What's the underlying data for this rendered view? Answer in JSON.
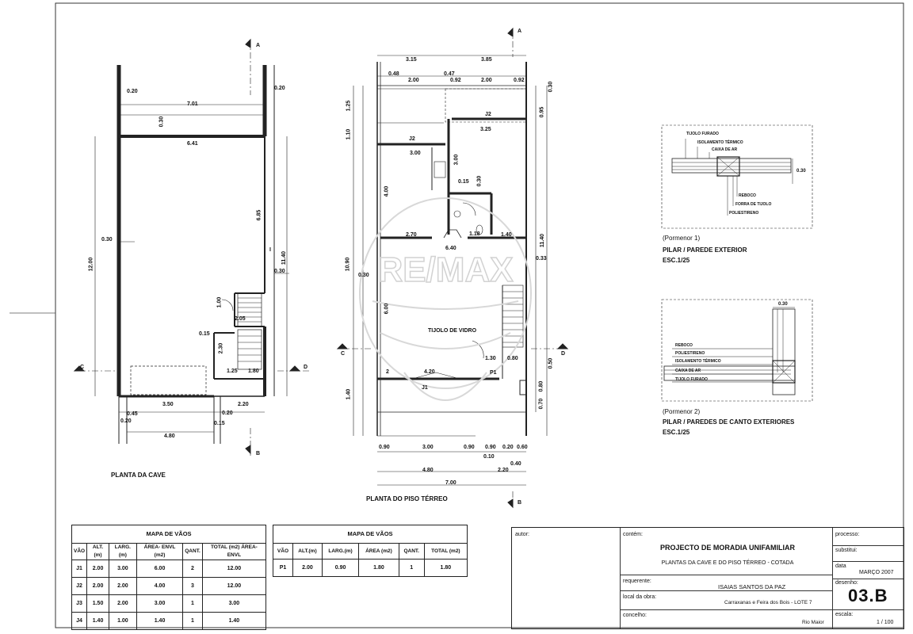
{
  "plans": {
    "cave": {
      "caption": "PLANTA DA CAVE",
      "section_a": "A",
      "section_b": "B",
      "section_c": "C",
      "section_d": "D",
      "dims": {
        "d020_left": "0.20",
        "d020_right": "0.20",
        "d701": "7.01",
        "d030_top": "0.30",
        "d641": "6.41",
        "d1200": "12.00",
        "d030_left": "0.30",
        "d685": "6.85",
        "d1140": "11.40",
        "d030_right": "0.30",
        "d100": "1.00",
        "d205": "2.05",
        "d015": "0.15",
        "d230": "2.30",
        "d125": "1.25",
        "d180": "1.80",
        "d350": "3.50",
        "d220": "2.20",
        "d045": "0.45",
        "d020_a": "0.20",
        "d020_b": "0.20",
        "d015_b": "0.15",
        "d480": "4.80",
        "marker_i": "I"
      }
    },
    "piso": {
      "caption": "PLANTA DO PISO TÉRREO",
      "section_a": "A",
      "section_b": "B",
      "section_c": "C",
      "section_d": "D",
      "dims": {
        "d315": "3.15",
        "d385": "3.85",
        "d048": "0.48",
        "d047": "0.47",
        "d200a": "2.00",
        "d092a": "0.92",
        "d200b": "2.00",
        "d092b": "0.92",
        "d030_top": "0.30",
        "d125": "1.25",
        "d095": "0.95",
        "j2_top": "J2",
        "d325": "3.25",
        "d110": "1.10",
        "j2_left": "J2",
        "d300a": "3.00",
        "d300v": "3.00",
        "d015": "0.15",
        "d030_mid": "0.30",
        "d400": "4.00",
        "d270": "2.70",
        "d640": "6.40",
        "d118": "1.18",
        "d140a": "1.40",
        "d1140": "11.40",
        "d033": "0.33",
        "d1090": "10.90",
        "d030_left": "0.30",
        "d600": "6.00",
        "tijolo": "TIJOLO DE VIDRO",
        "d130": "1.30",
        "d080": "0.80",
        "d050": "0.50",
        "d420": "4.20",
        "p1": "P1",
        "j1": "J1",
        "d2": "2",
        "d140b": "1.40",
        "d080b": "0.80",
        "d070": "0.70",
        "d090": "0.90",
        "d300b": "3.00",
        "d090b": "0.90",
        "d090c": "0.90",
        "d020": "0.20",
        "d060": "0.60",
        "d010": "0.10",
        "d040": "0.40",
        "d480": "4.80",
        "d220": "2.20",
        "d700": "7.00"
      }
    }
  },
  "watermark": "RE/MAX",
  "details": {
    "d1": {
      "labels": [
        "TIJOLO FURADO",
        "ISOLAMENTO TÉRMICO",
        "CAIXA DE AR",
        "REBOCO",
        "FORRA DE TIJOLO",
        "POLIESTIRENO"
      ],
      "dim": "0.30",
      "caption1": "(Pormenor 1)",
      "caption2": "PILAR / PAREDE EXTERIOR",
      "caption3": "ESC.1/25"
    },
    "d2": {
      "labels": [
        "REBOCO",
        "POLIESTIRENO",
        "ISOLAMENTO TÉRMICO",
        "CAIXA DE AR",
        "TIJOLO FURADO"
      ],
      "dim": "0.30",
      "caption1": "(Pormenor 2)",
      "caption2": "PILAR / PAREDES DE CANTO EXTERIORES",
      "caption3": "ESC.1/25"
    }
  },
  "table1": {
    "title": "MAPA DE VÃOS",
    "headers": [
      "VÃO",
      "ALT.(m)",
      "LARG.(m)",
      "ÁREA- ENVL (m2)",
      "QANT.",
      "TOTAL (m2) ÁREA- ENVL"
    ],
    "rows": [
      [
        "J1",
        "2.00",
        "3.00",
        "6.00",
        "2",
        "12.00"
      ],
      [
        "J2",
        "2.00",
        "2.00",
        "4.00",
        "3",
        "12.00"
      ],
      [
        "J3",
        "1.50",
        "2.00",
        "3.00",
        "1",
        "3.00"
      ],
      [
        "J4",
        "1.40",
        "1.00",
        "1.40",
        "1",
        "1.40"
      ]
    ]
  },
  "table2": {
    "title": "MAPA DE VÃOS",
    "headers": [
      "VÃO",
      "ALT.(m)",
      "LARG.(m)",
      "ÁREA (m2)",
      "QANT.",
      "TOTAL (m2)"
    ],
    "rows": [
      [
        "P1",
        "2.00",
        "0.90",
        "1.80",
        "1",
        "1.80"
      ]
    ]
  },
  "titleblock": {
    "autor_label": "autor:",
    "contem_label": "contém:",
    "project_title": "PROJECTO DE MORADIA UNIFAMILIAR",
    "subtitle": "PLANTAS DA CAVE E DO PISO TÉRREO - COTADA",
    "requerente_label": "requerente:",
    "requerente": "ISAIAS SANTOS DA PAZ",
    "local_label": "local da obra:",
    "local": "Carraxanas e Feira dos Bois - LOTE 7",
    "concelho_label": "concelho:",
    "concelho": "Rio Maior",
    "processo_label": "processo:",
    "substitui_label": "substitui:",
    "data_label": "data",
    "data": "MARÇO 2007",
    "desenho_label": "desenho:",
    "desenho": "03.B",
    "escala_label": "escala:",
    "escala": "1 / 100"
  }
}
